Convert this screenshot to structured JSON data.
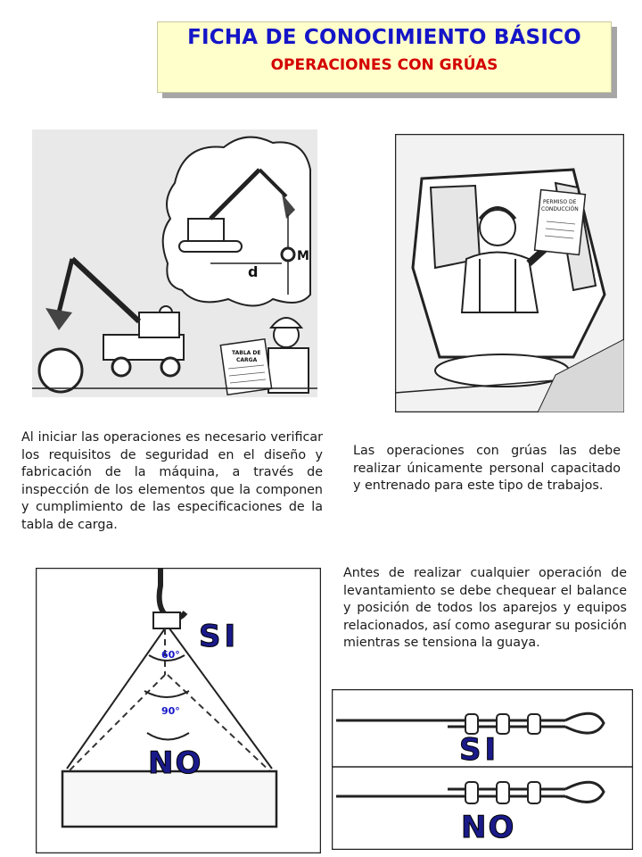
{
  "header": {
    "title": "FICHA DE CONOCIMIENTO BÁSICO",
    "subtitle": "OPERACIONES CON GRÚAS"
  },
  "illustrations": {
    "excavator": {
      "distance_label": "d",
      "mass_label": "M",
      "sheet_label_1": "TABLA DE",
      "sheet_label_2": "CARGA"
    },
    "operator": {
      "permit_label_1": "PERMISO DE",
      "permit_label_2": "CONDUCCIÓN"
    },
    "sling": {
      "angle_small": "60°",
      "angle_large": "90°",
      "ok_label": "SI",
      "bad_label": "NO"
    },
    "clips": {
      "ok_label": "SI",
      "bad_label": "NO"
    }
  },
  "paragraphs": {
    "inspection": "Al iniciar las operaciones es necesario verificar los requisitos de seguridad en el diseño y fabricación de la máquina, a través de inspección de los elementos que la componen y cumplimiento de las especificaciones de la tabla de carga.",
    "personnel": "Las operaciones con grúas las debe realizar únicamente personal capacitado y entrenado para este tipo de trabajos.",
    "rigging": "Antes de realizar cualquier operación de levantamiento se debe chequear el balance y posición de todos los aparejos y equipos relacionados, así como asegurar su posición mientras se tensiona la guaya."
  },
  "colors": {
    "title_blue": "#1515c8",
    "subtitle_red": "#d40000",
    "header_bg": "#ffffcc",
    "stamp_blue": "#0000cc"
  }
}
